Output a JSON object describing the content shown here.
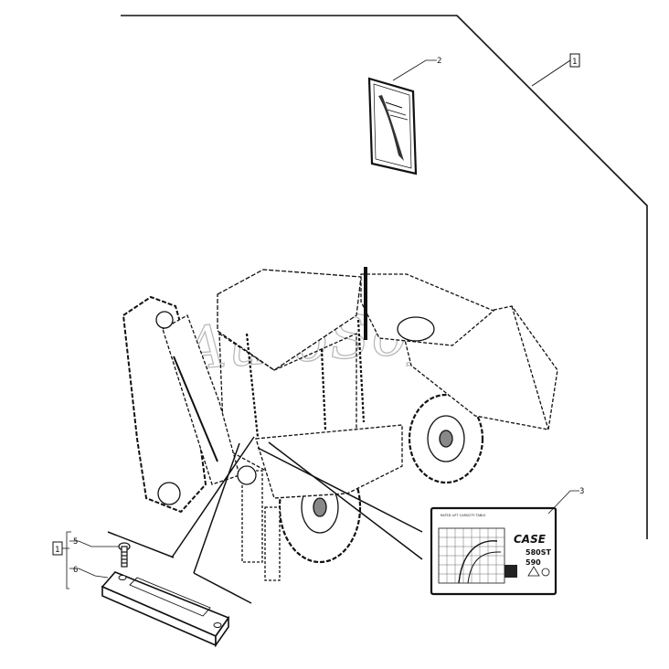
{
  "diagram": {
    "watermark": "AutoSoft",
    "callouts": [
      {
        "id": "callout-1-top",
        "text": "1"
      },
      {
        "id": "callout-2",
        "text": "2"
      },
      {
        "id": "callout-3",
        "text": "3"
      },
      {
        "id": "callout-1-bottom",
        "text": "1"
      },
      {
        "id": "callout-5",
        "text": "5"
      },
      {
        "id": "callout-6",
        "text": "6"
      }
    ],
    "decal": {
      "brand": "CASE",
      "model_a": "580ST",
      "model_b": "590",
      "chart_title": "RATED LIFT CAPACITY TABLE"
    }
  }
}
